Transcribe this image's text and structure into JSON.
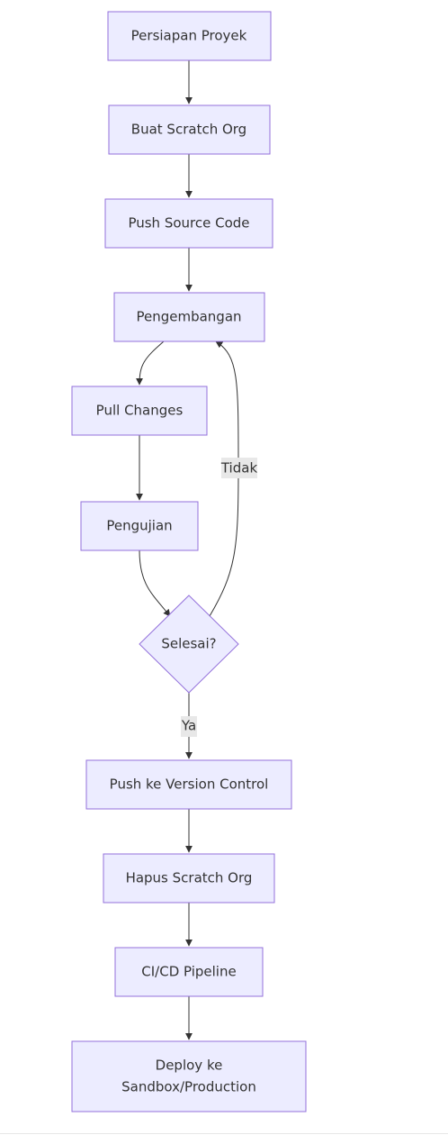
{
  "nodes": {
    "persiapan": "Persiapan Proyek",
    "buat_scratch": "Buat Scratch Org",
    "push_source": "Push Source Code",
    "pengembangan": "Pengembangan",
    "pull_changes": "Pull Changes",
    "pengujian": "Pengujian",
    "selesai": "Selesai?",
    "push_vc": "Push ke Version Control",
    "hapus_scratch": "Hapus Scratch Org",
    "cicd": "CI/CD Pipeline",
    "deploy_line1": "Deploy ke",
    "deploy_line2": "Sandbox/Production"
  },
  "edges": {
    "tidak": "Tidak",
    "ya": "Ya"
  },
  "colors": {
    "node_fill": "#ECECFF",
    "node_stroke": "#9370DB",
    "edge": "#333333",
    "label_bg": "#e8e8e8"
  }
}
